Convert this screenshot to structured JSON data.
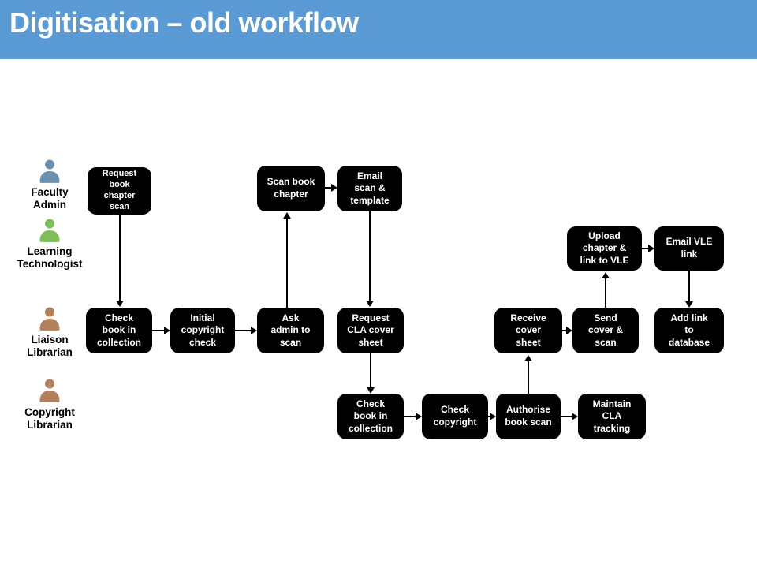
{
  "header": {
    "title": "Digitisation – old workflow",
    "background_color": "#5B9BD5",
    "text_color": "#ffffff"
  },
  "roles": [
    {
      "id": "faculty-admin",
      "label": "Faculty\nAdmin",
      "color": "#6A92B0"
    },
    {
      "id": "learning-technologist",
      "label": "Learning\nTechnologist",
      "color": "#7EBE59"
    },
    {
      "id": "liaison-librarian",
      "label": "Liaison\nLibrarian",
      "color": "#B3805C"
    },
    {
      "id": "copyright-librarian",
      "label": "Copyright\nLibrarian",
      "color": "#B3805C"
    }
  ],
  "boxes": [
    {
      "id": "request-book-chapter-scan",
      "label": "Request\nbook\nchapter\nscan"
    },
    {
      "id": "scan-book-chapter",
      "label": "Scan book\nchapter"
    },
    {
      "id": "email-scan-template",
      "label": "Email\nscan &\ntemplate"
    },
    {
      "id": "upload-chapter-link-to-vle",
      "label": "Upload\nchapter &\nlink to VLE"
    },
    {
      "id": "email-vle-link",
      "label": "Email VLE\nlink"
    },
    {
      "id": "check-book-in-collection-1",
      "label": "Check\nbook in\ncollection"
    },
    {
      "id": "initial-copyright-check",
      "label": "Initial\ncopyright\ncheck"
    },
    {
      "id": "ask-admin-to-scan",
      "label": "Ask\nadmin to\nscan"
    },
    {
      "id": "request-cla-cover-sheet",
      "label": "Request\nCLA cover\nsheet"
    },
    {
      "id": "receive-cover-sheet",
      "label": "Receive\ncover\nsheet"
    },
    {
      "id": "send-cover-and-scan",
      "label": "Send\ncover &\nscan"
    },
    {
      "id": "add-link-to-database",
      "label": "Add link\nto\ndatabase"
    },
    {
      "id": "check-book-in-collection-2",
      "label": "Check\nbook in\ncollection"
    },
    {
      "id": "check-copyright",
      "label": "Check\ncopyright"
    },
    {
      "id": "authorise-book-scan",
      "label": "Authorise\nbook scan"
    },
    {
      "id": "maintain-cla-tracking",
      "label": "Maintain\nCLA\ntracking"
    }
  ],
  "edges": [
    {
      "from": "request-book-chapter-scan",
      "to": "check-book-in-collection-1"
    },
    {
      "from": "check-book-in-collection-1",
      "to": "initial-copyright-check"
    },
    {
      "from": "initial-copyright-check",
      "to": "ask-admin-to-scan"
    },
    {
      "from": "ask-admin-to-scan",
      "to": "scan-book-chapter"
    },
    {
      "from": "scan-book-chapter",
      "to": "email-scan-template"
    },
    {
      "from": "email-scan-template",
      "to": "request-cla-cover-sheet"
    },
    {
      "from": "request-cla-cover-sheet",
      "to": "check-book-in-collection-2"
    },
    {
      "from": "check-book-in-collection-2",
      "to": "check-copyright"
    },
    {
      "from": "check-copyright",
      "to": "authorise-book-scan"
    },
    {
      "from": "authorise-book-scan",
      "to": "maintain-cla-tracking"
    },
    {
      "from": "authorise-book-scan",
      "to": "receive-cover-sheet"
    },
    {
      "from": "receive-cover-sheet",
      "to": "send-cover-and-scan"
    },
    {
      "from": "send-cover-and-scan",
      "to": "upload-chapter-link-to-vle"
    },
    {
      "from": "upload-chapter-link-to-vle",
      "to": "email-vle-link"
    },
    {
      "from": "email-vle-link",
      "to": "add-link-to-database"
    }
  ],
  "box_style": {
    "fill": "#000000",
    "text_color": "#ffffff"
  }
}
